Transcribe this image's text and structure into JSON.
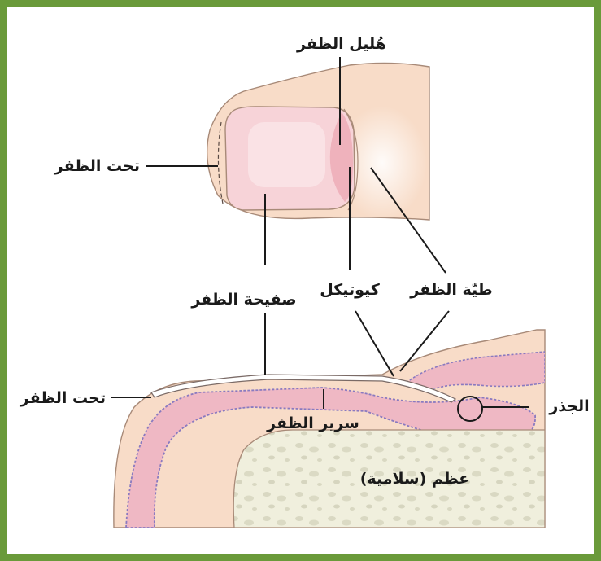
{
  "frame": {
    "border_color": "#6a9a3a"
  },
  "labels": {
    "lunula": "هُليل الظفر",
    "hyponychium_top": "تحت الظفر",
    "nail_plate": "صفيحة الظفر",
    "cuticle": "كيوتيكل",
    "nail_fold": "طيّة الظفر",
    "hyponychium_bottom": "تحت الظفر",
    "root": "الجذر",
    "nail_bed": "سرير الظفر",
    "bone": "عظم (سلامية)"
  },
  "colors": {
    "skin": "#f8dcc8",
    "skin_outline": "#a88a78",
    "nail_pink": "#f7d3d8",
    "lunula": "#efb2bc",
    "nail_bed_tissue": "#efb8c4",
    "nail_bed_edge": "#8a7ac0",
    "bone": "#f0efdd",
    "leader_line": "#1a1a1a"
  }
}
